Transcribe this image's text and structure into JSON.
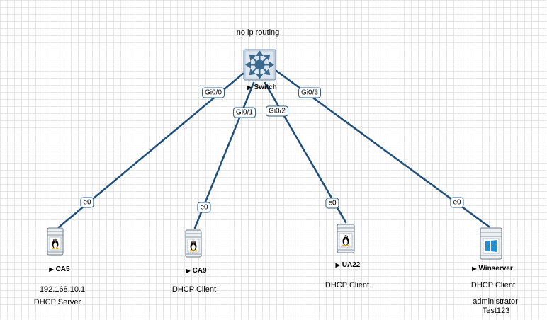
{
  "topology": {
    "note": "no ip routing",
    "switch": {
      "name": "Switch",
      "icon": "multilayer-switch-icon",
      "ports": [
        "Gi0/0",
        "Gi0/1",
        "Gi0/2",
        "Gi0/3"
      ]
    },
    "hosts": [
      {
        "name": "CA5",
        "icon": "linux-server-icon",
        "port": "e0",
        "switch_port": "Gi0/0",
        "notes": [
          "192.168.10.1",
          "DHCP Server"
        ]
      },
      {
        "name": "CA9",
        "icon": "linux-server-icon",
        "port": "e0",
        "switch_port": "Gi0/1",
        "notes": [
          "DHCP Client"
        ]
      },
      {
        "name": "UA22",
        "icon": "linux-server-icon",
        "port": "e0",
        "switch_port": "Gi0/2",
        "notes": [
          "DHCP Client"
        ]
      },
      {
        "name": "Winserver",
        "icon": "windows-server-icon",
        "port": "e0",
        "switch_port": "Gi0/3",
        "notes": [
          "DHCP Client",
          "administrator",
          "Test123"
        ]
      }
    ],
    "colors": {
      "link": "#1f4f7a",
      "port_border": "#2c5d86",
      "switch_body": "#cfdbe6",
      "switch_icon": "#3c6a8f"
    }
  }
}
